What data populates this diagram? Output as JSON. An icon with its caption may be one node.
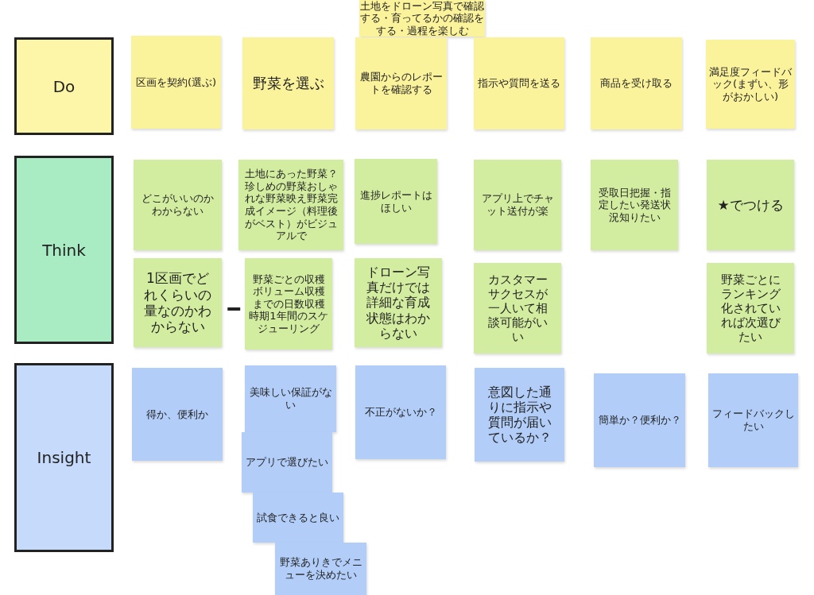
{
  "diagram": {
    "nodes": [
      {
        "text": [
          "Do"
        ]
      },
      {
        "text": [
          "区画を契約(選ぶ)"
        ]
      },
      {
        "text": [
          "野菜を選ぶ"
        ]
      },
      {
        "text": [
          "土地をドローン写真で確認する・育ってるかの確認をする・過程を楽しむ"
        ]
      },
      {
        "text": [
          "農園からのレポートを確認する"
        ]
      },
      {
        "text": [
          "指示や質問を送る"
        ]
      },
      {
        "text": [
          "商品を受け取る"
        ]
      },
      {
        "text": [
          "満足度フィードバック(まずい、形がおかしい)"
        ]
      },
      {
        "text": [
          "Think"
        ]
      },
      {
        "text": [
          "どこがいいのかわからない"
        ]
      },
      {
        "text": [
          "土地にあった野菜？珍しめの野菜おしゃれな野菜映え野菜完成イメージ（料理後がベスト）がビジュアルで"
        ]
      },
      {
        "text": [
          "進捗レポートはほしい"
        ]
      },
      {
        "text": [
          "アプリ上でチャット送付が楽"
        ]
      },
      {
        "text": [
          "受取日把握・指定したい発送状況知りたい"
        ]
      },
      {
        "text": [
          "★でつける"
        ]
      },
      {
        "text": [
          "1区画でどれくらいの量なのかわからない"
        ]
      },
      {
        "text": [
          "野菜ごとの収穫ボリューム収穫までの日数収穫時期1年間のスケジューリング"
        ]
      },
      {
        "text": [
          "ドローン写真だけでは詳細な育成状態はわからない"
        ]
      },
      {
        "text": [
          "カスタマーサクセスが一人いて相談可能がいい"
        ]
      },
      {
        "text": [
          "野菜ごとにランキング化されていれば次選びたい"
        ]
      },
      {
        "text": [
          "Insight"
        ]
      },
      {
        "text": [
          "得か、便利か"
        ]
      },
      {
        "text": [
          "美味しい保証がない"
        ]
      },
      {
        "text": [
          "アプリで選びたい"
        ]
      },
      {
        "text": [
          "試食できると良い"
        ]
      },
      {
        "text": [
          "野菜ありきでメニューを決めたい"
        ]
      },
      {
        "text": [
          "不正がないか？"
        ]
      },
      {
        "text": [
          "意図した通りに指示や質問が届いているか？"
        ]
      },
      {
        "text": [
          "簡単か？便利か？"
        ]
      },
      {
        "text": [
          "フィードバックしたい"
        ]
      }
    ],
    "edges": [
      {
        "from": 15,
        "to": 16,
        "arrow": "none"
      }
    ]
  }
}
